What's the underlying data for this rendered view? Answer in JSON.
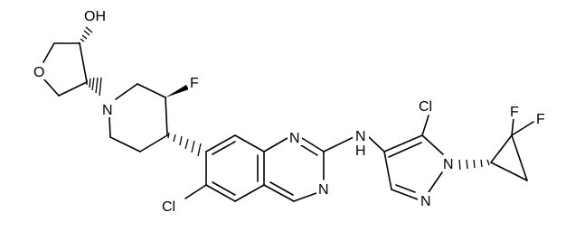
{
  "labels": {
    "oh": "OH",
    "o_ring": "O",
    "n_pip": "N",
    "f_pip": "F",
    "n_q1": "N",
    "n_q3": "N",
    "cl_q": "Cl",
    "nh": "N",
    "nh_h": "H",
    "cl_pz": "Cl",
    "n_pz1": "N",
    "n_pz2": "N",
    "f1": "F",
    "f2": "F"
  }
}
